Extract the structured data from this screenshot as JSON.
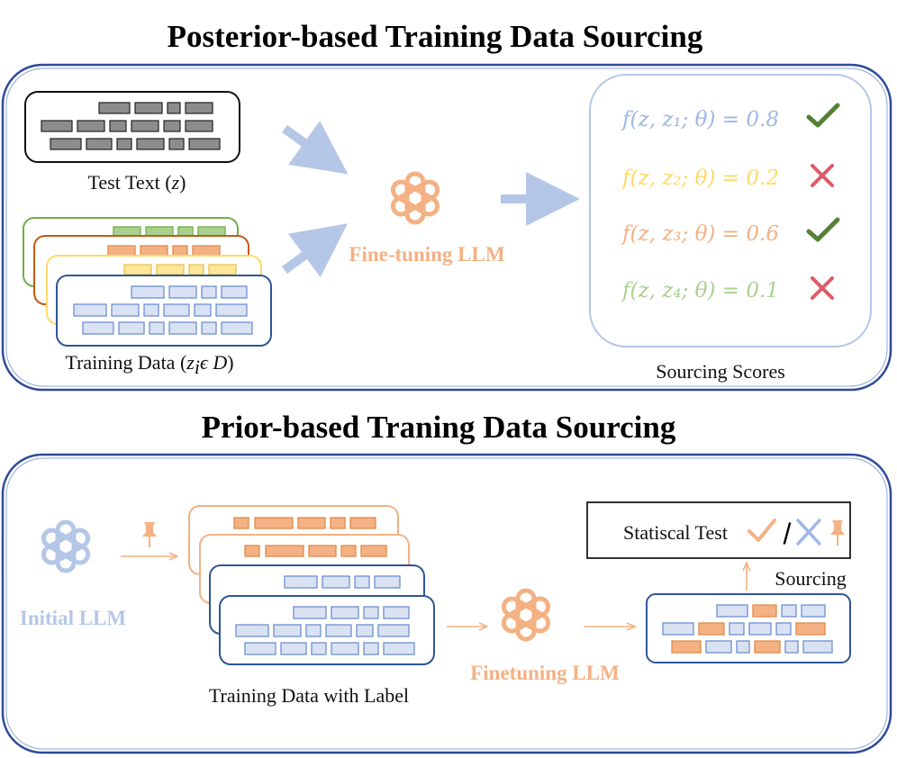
{
  "top_section": {
    "title": "Posterior-based Training Data Sourcing",
    "test_text_label": "Test Text (",
    "test_text_var": "z",
    "test_text_close": ")",
    "training_data_label": "Training Data (",
    "training_data_var": "z",
    "training_data_sub": "i",
    "training_data_rest": "ϵ D",
    "training_data_close": ")",
    "model_label": "Fine-tuning LLM",
    "scores_caption": "Sourcing Scores",
    "scores": [
      {
        "text": "f(z, z₁; θ) = 0.8",
        "color": "#9fb6e8",
        "result": "check"
      },
      {
        "text": "f(z, z₂; θ) = 0.2",
        "color": "#ffd966",
        "result": "cross"
      },
      {
        "text": "f(z, z₃; θ) = 0.6",
        "color": "#f4b183",
        "result": "check"
      },
      {
        "text": "f(z, z₄; θ) = 0.1",
        "color": "#a9d18e",
        "result": "cross"
      }
    ]
  },
  "bottom_section": {
    "title": "Prior-based Traning Data Sourcing",
    "initial_model_label": "Initial LLM",
    "training_data_label": "Training Data with Label",
    "finetune_model_label": "Finetuning LLM",
    "test_label": "Statiscal Test",
    "test_separator": "/",
    "sourcing_label": "Sourcing"
  },
  "colors": {
    "frame": "#2f4b9a",
    "blue": "#9fb6e8",
    "orange": "#f4b183",
    "yellow": "#ffd966",
    "green": "#a9d18e",
    "check": "#548235",
    "cross": "#e05a66"
  },
  "icons": [
    "openai-logo-icon",
    "pushpin-icon",
    "check-icon",
    "cross-icon"
  ]
}
